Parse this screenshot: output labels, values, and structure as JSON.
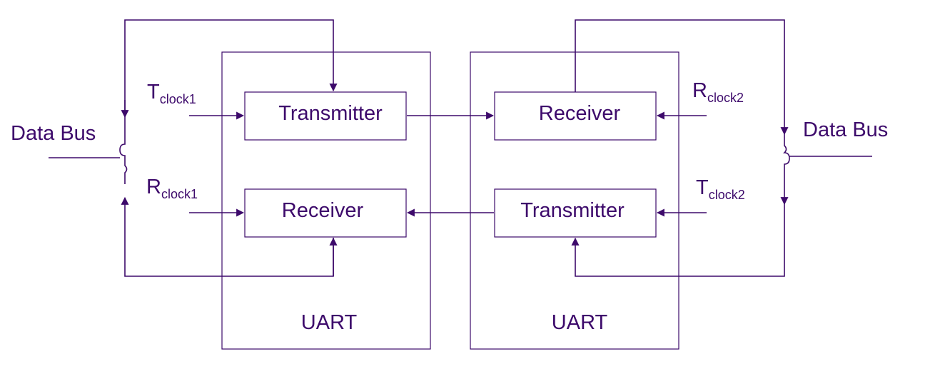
{
  "colors": {
    "ink": "#3d0a6b",
    "background": "#ffffff"
  },
  "left": {
    "bus_label": "Data Bus",
    "uart_label": "UART",
    "transmitter_label": "Transmitter",
    "receiver_label": "Receiver",
    "tclock": {
      "base": "T",
      "sub": "clock1"
    },
    "rclock": {
      "base": "R",
      "sub": "clock1"
    }
  },
  "right": {
    "bus_label": "Data Bus",
    "uart_label": "UART",
    "transmitter_label": "Transmitter",
    "receiver_label": "Receiver",
    "rclock": {
      "base": "R",
      "sub": "clock2"
    },
    "tclock": {
      "base": "T",
      "sub": "clock2"
    }
  }
}
